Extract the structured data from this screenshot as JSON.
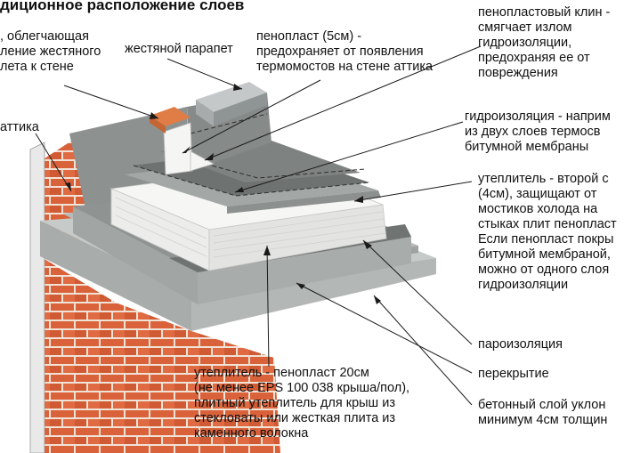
{
  "title": "диционное расположение слоев",
  "labels": {
    "wedge": [
      "пенопластовый клин -",
      "смягчает излом",
      "гидроизоляции,",
      "предохраняя ее от",
      "повреждения"
    ],
    "left_top": [
      ", облегчающая",
      "ление жестяного",
      "лета к стене"
    ],
    "parapet": [
      "жестяной парапет"
    ],
    "foam5": [
      "пенопласт (5см) -",
      "предохраняет от появления",
      "термомостов на стене аттика"
    ],
    "waterproof": [
      "гидроизоляция - наприм",
      "из двух слоев термосв",
      "битумной мембраны"
    ],
    "attic": [
      "аттика"
    ],
    "insul2": [
      "утеплитель - второй с",
      "(4см), защищают от",
      "мостиков холода на",
      "стыках плит пенопласт",
      "Если пенопласт покры",
      "битумной мембраной,",
      "можно от одного слоя",
      "гидроизоляции"
    ],
    "vapor": [
      "пароизоляция"
    ],
    "slab": [
      "перекрытие"
    ],
    "concrete": [
      "бетонный слой уклон",
      "минимум 4см толщин"
    ],
    "insul_main": [
      "утеплитель - пенопласт 20см",
      "(не менее EPS 100 038 крыша/пол),",
      "плитный утеплитель для крыш из",
      "стекловаты или жесткая плита из",
      "каменного волокна"
    ]
  },
  "colors": {
    "brick": "#d9623b",
    "mortar": "#f1e2d6",
    "concrete": "#b9bdbb",
    "membrane": "#7b7f7d",
    "foam": "#f4f4f2",
    "vapor": "#a9aead",
    "tin": "#9ea3a3"
  }
}
